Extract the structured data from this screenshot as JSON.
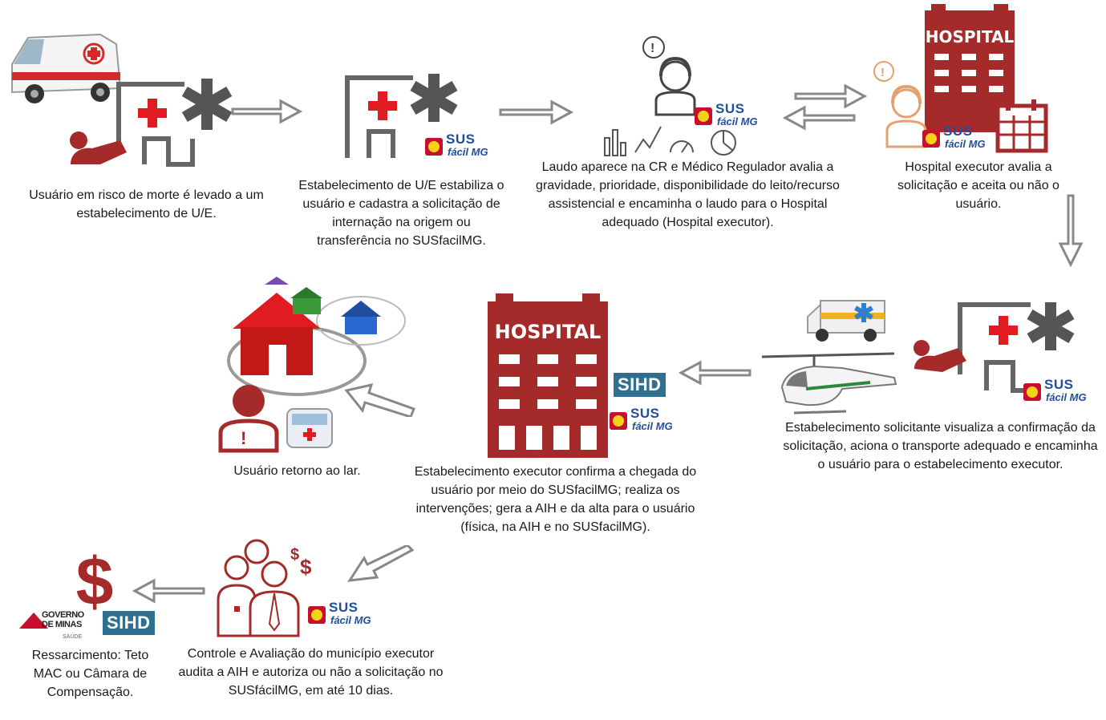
{
  "captions": {
    "step1": "Usuário em risco de morte é levado a um estabelecimento de U/E.",
    "step2": "Estabelecimento de U/E estabiliza o usuário e cadastra a solicitação de internação na origem ou transferência no SUSfacilMG.",
    "step3": "Laudo aparece na CR e Médico Regulador avalia a gravidade, prioridade, disponibilidade do leito/recurso assistencial e encaminha o laudo para o Hospital adequado (Hospital executor).",
    "step4": "Hospital executor avalia a solicitação e aceita ou não o usuário.",
    "step5": "Estabelecimento solicitante visualiza a confirmação da solicitação, aciona o transporte adequado e encaminha o usuário para o estabelecimento executor.",
    "step6": "Estabelecimento executor confirma a chegada do usuário por meio do SUSfacilMG; realiza os intervenções; gera a AIH e da alta para o usuário (física, na AIH e no SUSfacilMG).",
    "step7": "Usuário retorno ao lar.",
    "step8": "Controle e Avaliação do município executor audita a AIH e autoriza ou não a solicitação no SUSfácilMG, em até 10 dias.",
    "step9": "Ressarcimento: Teto MAC ou Câmara de Compensação."
  },
  "logos": {
    "sus_line1": "SUS",
    "sus_line2": "fácil MG",
    "sihd": "SIHD",
    "hospital": "HOSPITAL",
    "governo_line1": "GOVERNO",
    "governo_line2": "DE MINAS",
    "governo_line3": "SAÚDE"
  },
  "icons": [
    "ambulance-icon",
    "patient-icon",
    "health-unit-icon",
    "star-of-life-icon",
    "regulator-icon",
    "stats-icon",
    "hospital-icon",
    "calendar-icon",
    "helicopter-icon",
    "home-icon",
    "auditors-icon",
    "money-icon"
  ],
  "colors": {
    "brand_red": "#a52a2a",
    "cross_red": "#e01b22",
    "sus_blue": "#1f4e9a",
    "sihd_teal": "#2f6f8f",
    "arrow_gray": "#8c8c8c"
  }
}
